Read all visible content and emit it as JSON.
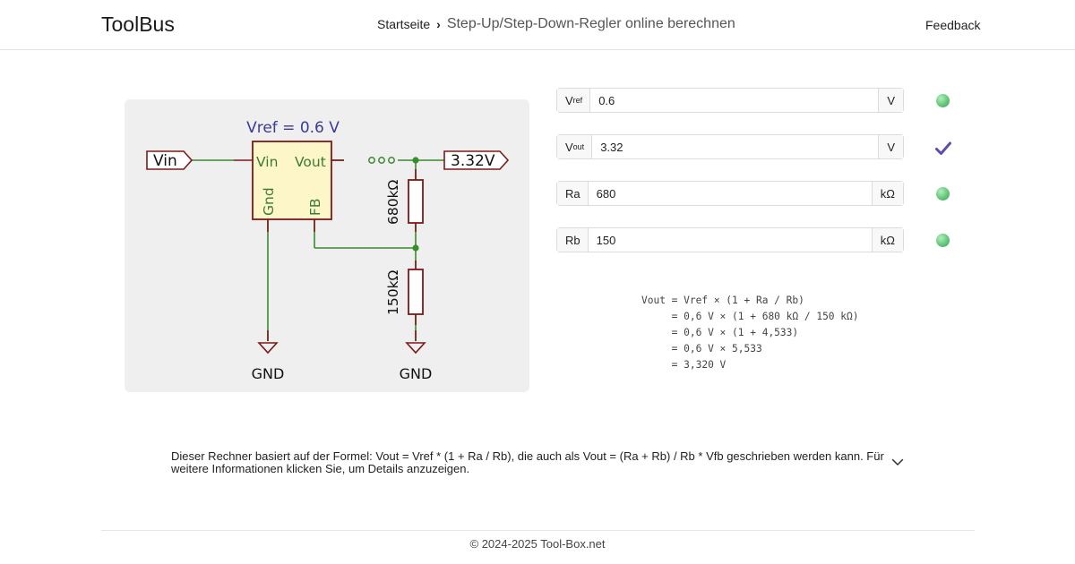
{
  "header": {
    "logo": "ToolBus",
    "breadcrumb_home": "Startseite",
    "breadcrumb_separator": "›",
    "breadcrumb_current": "Step-Up/Step-Down-Regler online berechnen",
    "feedback": "Feedback"
  },
  "diagram": {
    "vref_title": "Vref = 0.6 V",
    "input_label": "Vin",
    "output_label": "3.32V",
    "pin_vin": "Vin",
    "pin_vout": "Vout",
    "pin_gnd": "Gnd",
    "pin_fb": "FB",
    "ra_label": "680kΩ",
    "rb_label": "150kΩ",
    "gnd_left": "GND",
    "gnd_right": "GND"
  },
  "fields": [
    {
      "label": "V",
      "sub": "ref",
      "value": "0.6",
      "unit": "V",
      "status": "ok"
    },
    {
      "label": "V",
      "sub": "out",
      "value": "3.32",
      "unit": "V",
      "status": "computed"
    },
    {
      "label": "Ra",
      "sub": "",
      "value": "680",
      "unit": "kΩ",
      "status": "ok"
    },
    {
      "label": "Rb",
      "sub": "",
      "value": "150",
      "unit": "kΩ",
      "status": "ok"
    }
  ],
  "formula": {
    "line1": "Vout = Vref × (1 + Ra / Rb)",
    "line2": "     = 0,6 V × (1 + 680 kΩ / 150 kΩ)",
    "line3": "     = 0,6 V × (1 + 4,533)",
    "line4": "     = 0,6 V × 5,533",
    "line5": "     = 3,320 V"
  },
  "info": {
    "text": "Dieser Rechner basiert auf der Formel: Vout = Vref * (1 + Ra / Rb), die auch als Vout = (Ra + Rb) / Rb * Vfb geschrieben werden kann. Für weitere Informationen klicken Sie, um Details anzuzeigen."
  },
  "footer": {
    "copyright": "© 2024-2025 Tool-Box.net"
  },
  "colors": {
    "wire": "#3a8a2e",
    "component": "#7a1a1a",
    "ic_fill": "#fdf6c8",
    "pin_label": "#3a7a3a",
    "vref_text": "#3a3a99",
    "status_ok": "#5cc070",
    "check": "#5a4fb0"
  }
}
